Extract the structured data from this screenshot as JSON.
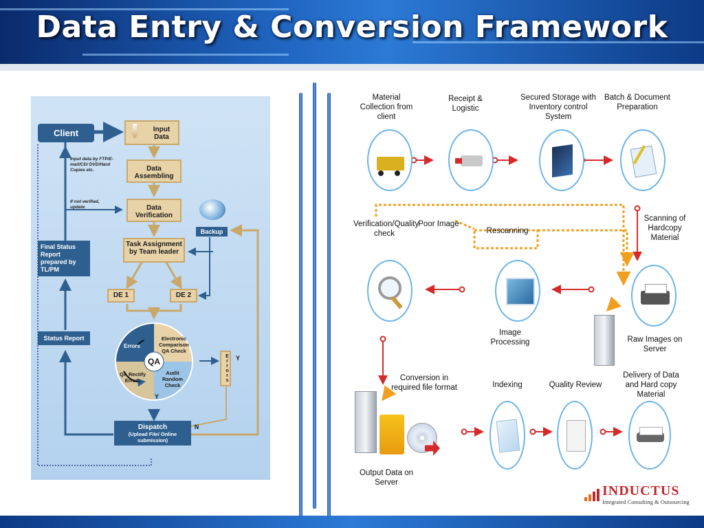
{
  "title": "Data Entry & Conversion Framework",
  "left_flow": {
    "client": "Client",
    "input_data": "Input Data",
    "input_note": "Input data by FTP/E-mail/CD/ DVD/Hard Copies etc.",
    "data_assembling": "Data Assembling",
    "if_not_verified": "If not verified, update",
    "data_verification": "Data Verification",
    "backup": "Backup",
    "final_status": "Final Status Report prepared by TL/PM",
    "task_assignment": "Task Assignment by Team leader",
    "de1": "DE 1",
    "de2": "DE 2",
    "status_report": "Status Report",
    "qa": "QA",
    "errors": "Errors",
    "electronic": "Electronic Comparison QA Check",
    "qa_rectify": "QA Rectify Errors",
    "audit": "Audit Random Check",
    "y_inner": "Y",
    "errors_vertical": "Errors",
    "y_side": "Y",
    "n_label": "N",
    "dispatch": "Dispatch",
    "dispatch_sub": "(Upload File/ Online submission)"
  },
  "right_flow": {
    "material_collection": "Material Collection from client",
    "receipt_logistic": "Receipt & Logistic",
    "secured_storage": "Secured Storage with Inventory control System",
    "batch_doc": "Batch & Document Preparation",
    "scanning": "Scanning of Hardcopy Material",
    "verification": "Verification/Quality check",
    "poor_image": "Poor Image",
    "rescanning": "Rescanning",
    "image_processing": "Image Processing",
    "raw_images": "Raw Images on Server",
    "conversion": "Conversion in required file format",
    "indexing": "Indexing",
    "quality_review": "Quality Review",
    "delivery": "Delivery of Data and Hard copy Material",
    "output_data": "Output Data on Server"
  },
  "logo": {
    "name": "INDUCTUS",
    "tagline": "Integrated Consulting & Outsourcing"
  },
  "colors": {
    "header_blue": "#1d5fb8",
    "tan_box": "#e8d2a8",
    "dark_blue_box": "#2e5f8f",
    "red_arrow": "#d42a2a",
    "orange_dotted": "#f0a020",
    "circle_border": "#6cb4ea",
    "logo_red": "#c0282e"
  },
  "icons": [
    "truck-icon",
    "usb-drive-icon",
    "storage-icon",
    "documents-icon",
    "printer-icon",
    "magnifier-icon",
    "image-icon",
    "server-icon",
    "folder-icon",
    "cd-icon",
    "pages-icon",
    "check-document-icon",
    "scanner-icon",
    "backup-computer-icon"
  ]
}
